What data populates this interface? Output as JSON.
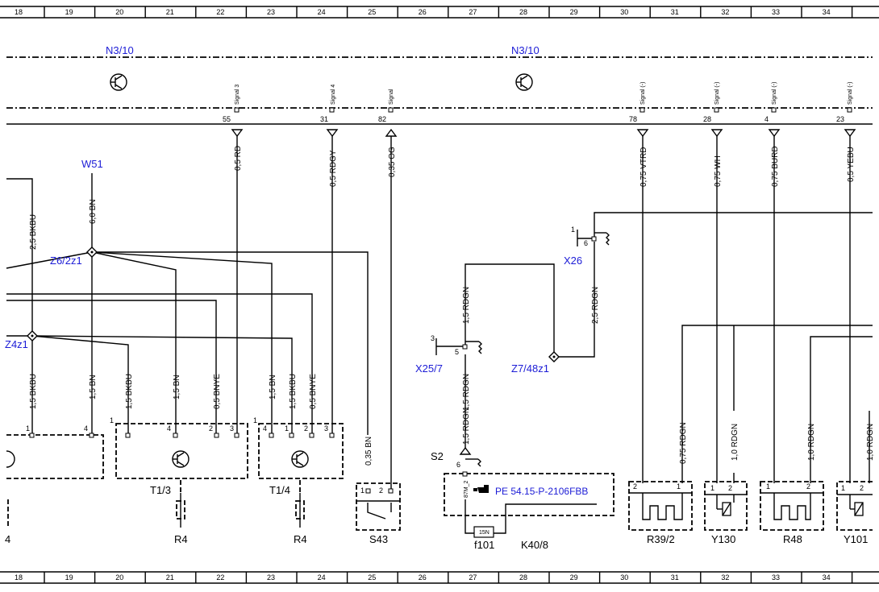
{
  "ruler": {
    "columns": [
      "18",
      "19",
      "20",
      "21",
      "22",
      "23",
      "24",
      "25",
      "26",
      "27",
      "28",
      "29",
      "30",
      "31",
      "32",
      "33",
      "34"
    ]
  },
  "control_unit": {
    "label_left": "N3/10",
    "label_right": "N3/10",
    "pins": [
      {
        "num": "55",
        "signal": "Signal 3"
      },
      {
        "num": "31",
        "signal": "Signal 4"
      },
      {
        "num": "82",
        "signal": "Signal"
      },
      {
        "num": "78",
        "signal": "Signal (-)"
      },
      {
        "num": "28",
        "signal": "Signal (-)"
      },
      {
        "num": "4",
        "signal": "Signal (-)"
      },
      {
        "num": "23",
        "signal": "Signal (-)"
      }
    ]
  },
  "wires": {
    "w_2_5_bkbu": "2,5 BKBU",
    "w_6_0_bn": "6,0 BN",
    "w_0_5_rd": "0,5 RD",
    "w_0_5_rdgy": "0,5 RDGY",
    "w_0_35_og": "0,35 OG",
    "w_1_5_bkbu_a": "1,5 BKBU",
    "w_1_5_bn_a": "1,5 BN",
    "w_1_5_bkbu_b": "1,5 BKBU",
    "w_1_5_bn_b": "1,5 BN",
    "w_0_5_bnye_a": "0,5 BNYE",
    "w_1_5_bn_c": "1,5 BN",
    "w_1_5_bkbu_c": "1,5 BKBU",
    "w_0_5_bnye_b": "0,5 BNYE",
    "w_0_35_bn": "0,35 BN",
    "w_1_5_rdgn_a": "1,5 RDGN",
    "w_1_5_rdgn_b": "1,5 RDGN",
    "w_1_5_rdgn_c": "1,5 RDGN",
    "w_2_5_rdgn": "2,5 RDGN",
    "w_0_75_vtrd": "0,75 VTRD",
    "w_0_75_wh": "0,75 WH",
    "w_0_75_burd": "0,75 BURD",
    "w_0_5_yebu": "0,5 YEBU",
    "w_0_75_rdgn": "0,75 RDGN",
    "w_1_0_rdgn_a": "1,0 RDGN",
    "w_1_0_rdgn_b": "1,0 RDGN",
    "w_1_0_rdgn_c": "1,0 RDGN"
  },
  "connectors": {
    "w51": "W51",
    "z6_2z1": "Z6/2z1",
    "z4z1": "Z4z1",
    "x26": "X26",
    "x25_7": "X25/7",
    "z7_48z1": "Z7/48z1",
    "pe_ref": "PE 54.15-P-2106FBB"
  },
  "components": {
    "t1_3": "T1/3",
    "t1_4": "T1/4",
    "r4_a": "R4",
    "r4_b": "R4",
    "left_4": "4",
    "s43": "S43",
    "s2": "S2",
    "f101": "f101",
    "fuse_rating": "15N",
    "k40_8": "K40/8",
    "r39_2": "R39/2",
    "y130": "Y130",
    "r48": "R48",
    "y101": "Y101"
  },
  "pin_numbers": {
    "x26_1": "1",
    "x26_6": "6",
    "x25_3": "3",
    "x25_5": "5",
    "k40_6": "6",
    "k40_87": "87M_2",
    "left_box_1": "1",
    "left_box_4": "4",
    "t13_box": "1",
    "t13_4": "4",
    "t13_2": "2",
    "t13_3": "3",
    "t14_box": "1",
    "t14_4": "4",
    "t14_1": "1",
    "t14_2": "2",
    "t14_3": "3",
    "s43_1": "1",
    "s43_2": "2",
    "r39_2": "2",
    "r39_1": "1",
    "y130_1": "1",
    "y130_2": "2",
    "r48_1": "1",
    "r48_2": "2",
    "y101_1": "1",
    "y101_2": "2"
  }
}
